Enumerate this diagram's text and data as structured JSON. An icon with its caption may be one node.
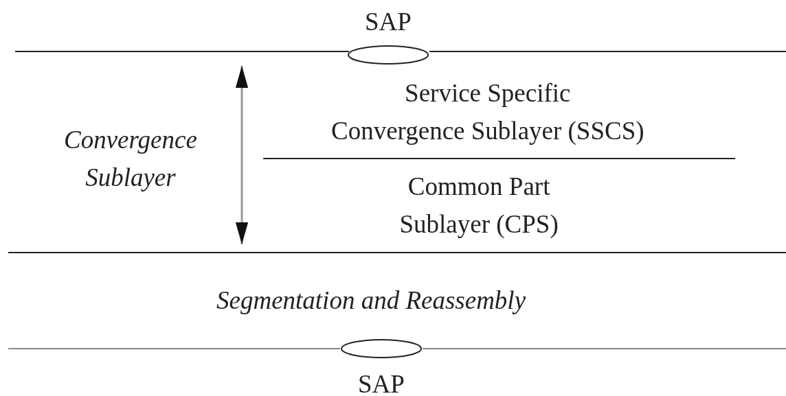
{
  "diagram": {
    "nodes": [
      {
        "text": [
          "SAP"
        ]
      },
      {
        "text": [
          "SAP"
        ]
      }
    ],
    "edges": [],
    "labels": [
      "Service Specific Convergence Sublayer (SSCS)",
      "Convergence Sublayer",
      "Common Part Sublayer (CPS)",
      "Segmentation and Reassembly"
    ]
  }
}
